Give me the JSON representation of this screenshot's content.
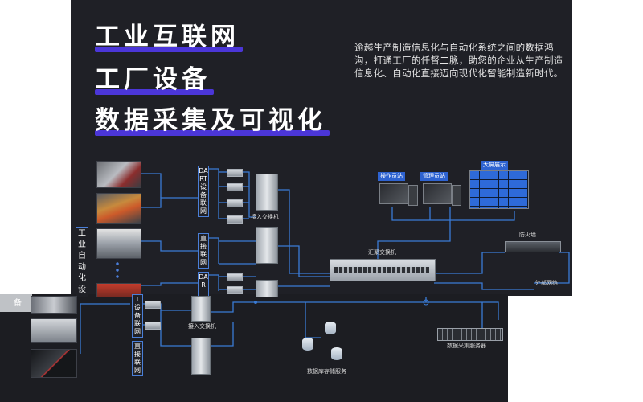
{
  "titles": [
    "工业互联网",
    "工厂设备",
    "数据采集及可视化"
  ],
  "intro": "逾越生产制造信息化与自动化系统之间的数据鸿沟，打通工厂的任督二脉，助您的企业从生产制造信息化、自动化直接迈向现代化智能制造新时代。",
  "nodes": {
    "operator_station": "操作员站",
    "manager_station": "管理员站",
    "big_screen": "大屏展示",
    "firewall": "防火墙",
    "external_network": "外部网络",
    "aggregation_switch": "汇聚交换机",
    "access_switch_top": "接入交换机",
    "access_switch_bottom": "接入交换机",
    "database_service": "数据库存储服务",
    "collection_server": "数据采集服务器"
  },
  "vertical_labels": {
    "dart_network_1": "DART设备联网",
    "direct_network_1": "直接联网",
    "dart_network_2": "DAR",
    "automation_devices": "工业自动化设",
    "dart_network_3": "T设备联网",
    "direct_network_2": "直接联网",
    "partial_char": "备"
  },
  "colors": {
    "accent": "#4b36d8",
    "line": "#3a7bd5",
    "panel": "#1f2026",
    "label_bg": "#2e63d1"
  }
}
